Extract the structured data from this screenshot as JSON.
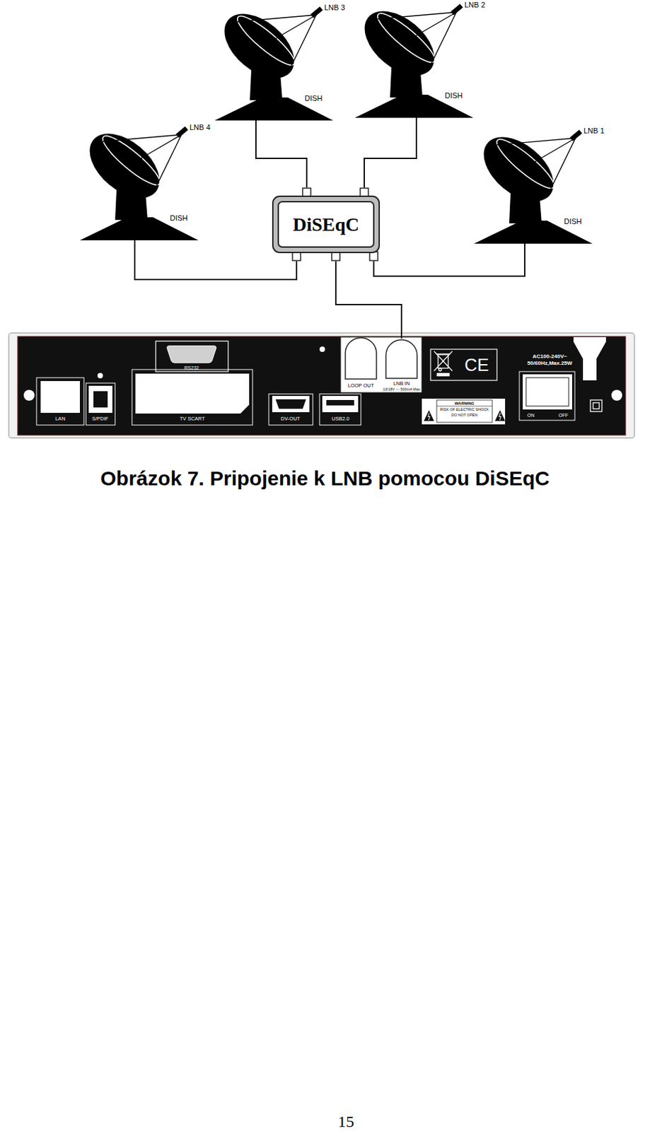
{
  "diagram": {
    "caption": "Obrázok 7. Pripojenie k LNB pomocou DiSEqC",
    "nodes": [
      {
        "text": [
          "LNB 3",
          "DISH"
        ]
      },
      {
        "text": [
          "LNB 2",
          "DISH"
        ]
      },
      {
        "text": [
          "LNB 4",
          "DISH"
        ]
      },
      {
        "text": [
          "LNB 1",
          "DISH"
        ]
      },
      {
        "text": [
          "DiSEqC"
        ]
      },
      {
        "text": [
          "LNB IN",
          "13/18V --- 500mA Max"
        ]
      }
    ],
    "edges": [
      {
        "from": 0,
        "to": 4,
        "arrow": "none"
      },
      {
        "from": 1,
        "to": 4,
        "arrow": "none"
      },
      {
        "from": 2,
        "to": 4,
        "arrow": "none"
      },
      {
        "from": 3,
        "to": 4,
        "arrow": "none"
      },
      {
        "from": 4,
        "to": 5,
        "arrow": "none"
      }
    ],
    "labels": [
      "RS232",
      "LAN",
      "S/PDIF",
      "TV SCART",
      "DV-OUT",
      "USB2.0",
      "LOOP OUT",
      "CE",
      "WARNING",
      "RISK OF ELECTRIC SHOCK",
      "DO NOT OPEN",
      "AC100-240V~",
      "50/60Hz,Max.25W",
      "ON",
      "OFF",
      "15"
    ]
  }
}
